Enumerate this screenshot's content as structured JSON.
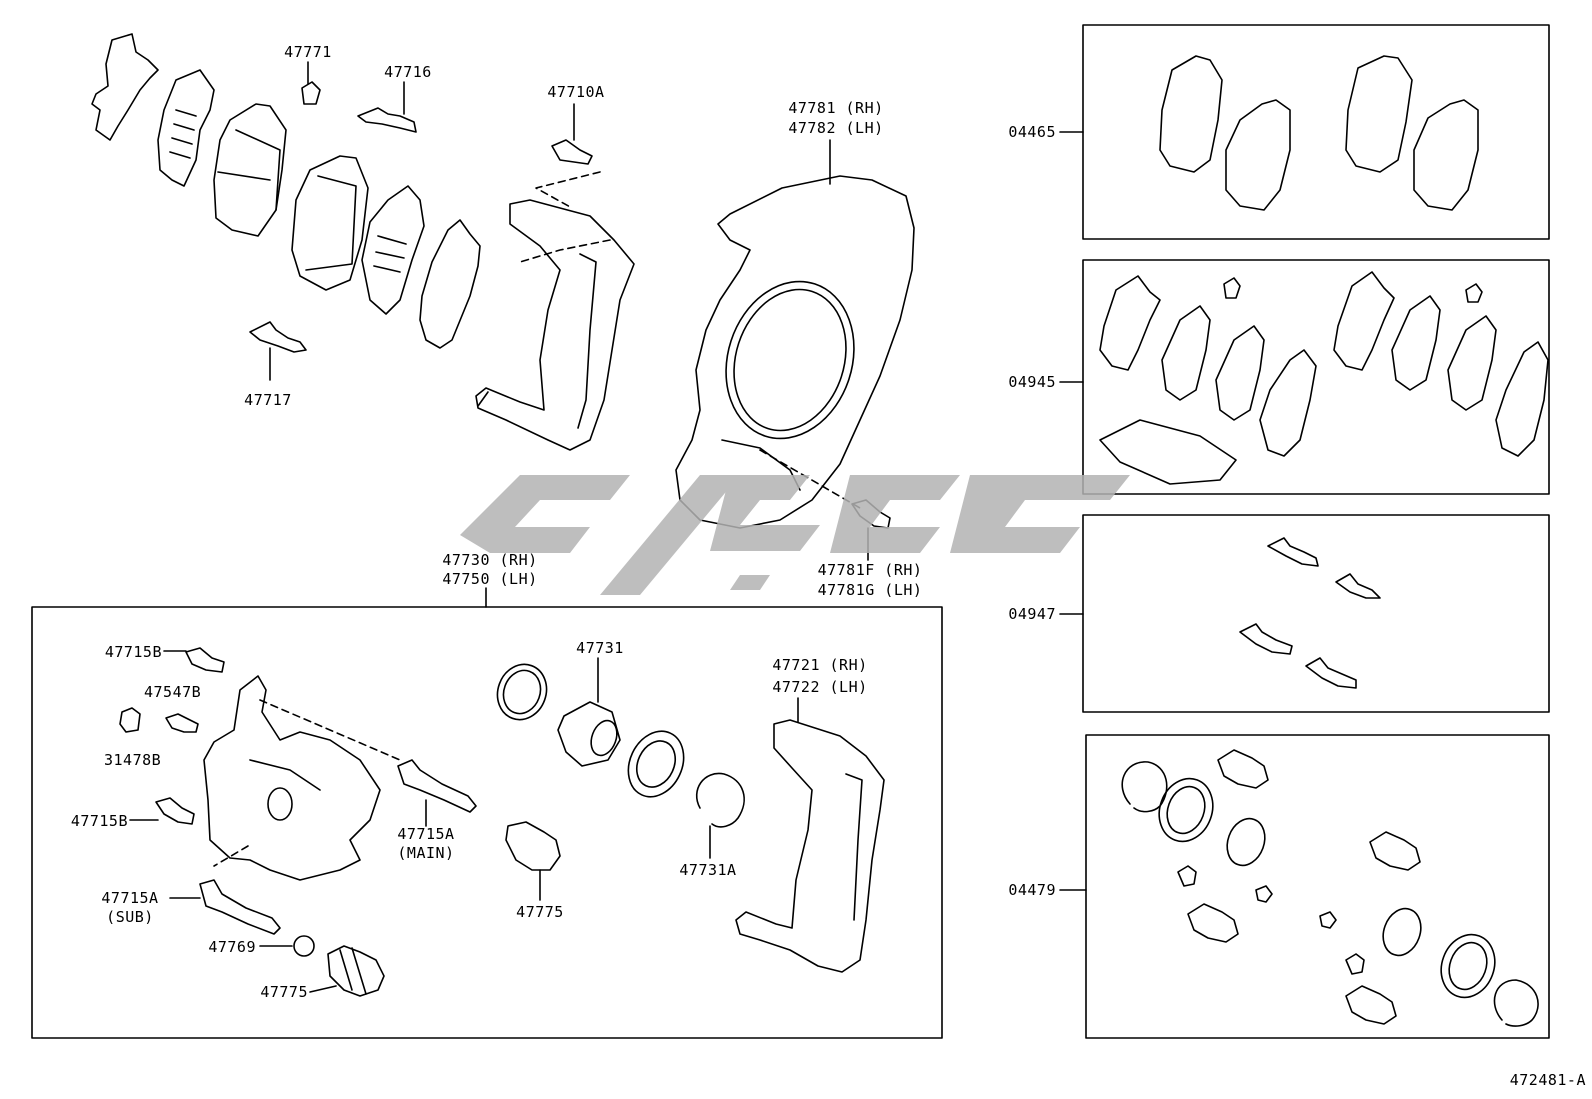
{
  "diagram_id": "472481-A",
  "labels": {
    "p47771": "47771",
    "p47716": "47716",
    "p47717": "47717",
    "p47710A": "47710A",
    "p47781": "47781 (RH)",
    "p47782": "47782 (LH)",
    "p47781F": "47781F (RH)",
    "p47781G": "47781G (LH)",
    "p47730": "47730 (RH)",
    "p47750": "47750 (LH)",
    "p47715B_a": "47715B",
    "p47547B": "47547B",
    "p31478B": "31478B",
    "p47715B_b": "47715B",
    "p47715A_sub": "47715A",
    "sub": "(SUB)",
    "p47769": "47769",
    "p47775_a": "47775",
    "p47731": "47731",
    "p47775_b": "47775",
    "p47715A_main": "47715A",
    "main": "(MAIN)",
    "p47731A": "47731A",
    "p47721": "47721 (RH)",
    "p47722": "47722 (LH)"
  },
  "kits": [
    {
      "code": "04465"
    },
    {
      "code": "04945"
    },
    {
      "code": "04947"
    },
    {
      "code": "04479"
    }
  ],
  "colors": {
    "line": "#000000",
    "watermark": "#b3b3b3"
  }
}
